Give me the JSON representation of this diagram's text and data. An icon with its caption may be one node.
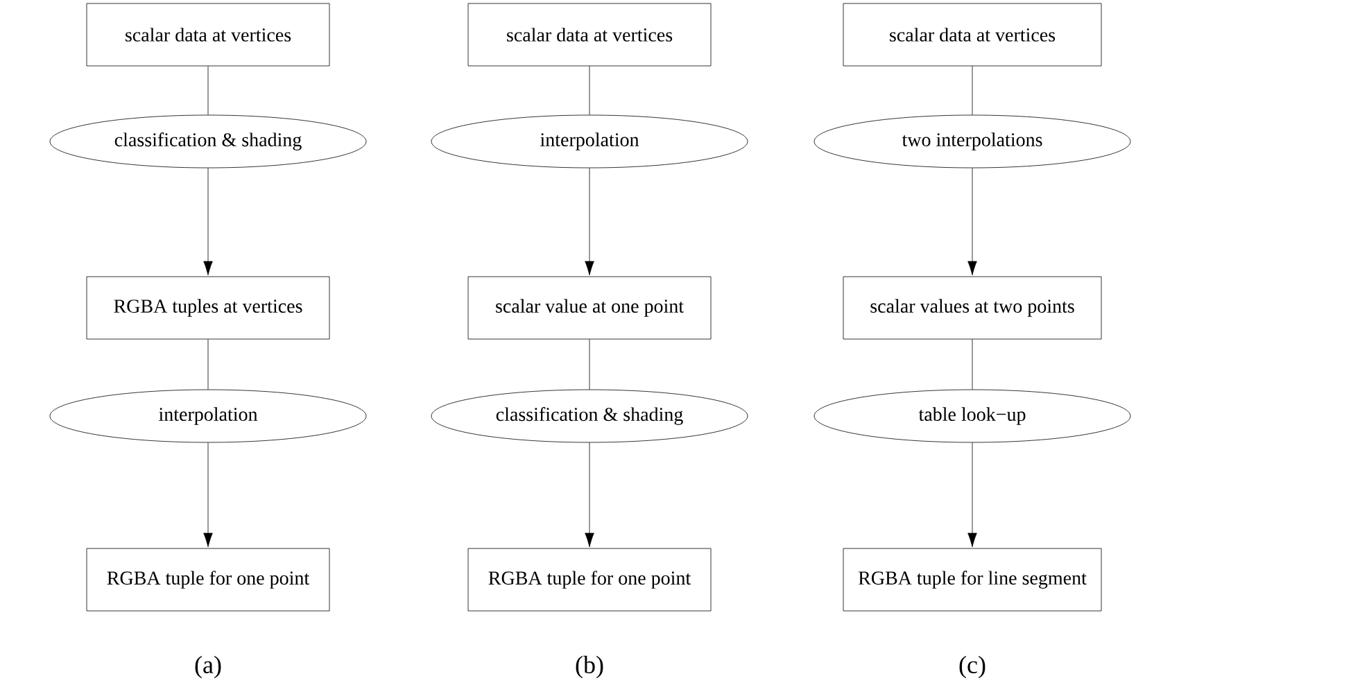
{
  "diagram": {
    "nodes": [
      {
        "text": [
          "scalar data at vertices"
        ]
      },
      {
        "text": [
          "classification & shading"
        ]
      },
      {
        "text": [
          "RGBA tuples at vertices"
        ]
      },
      {
        "text": [
          "interpolation"
        ]
      },
      {
        "text": [
          "RGBA tuple for one point"
        ]
      },
      {
        "text": [
          "scalar data at vertices"
        ]
      },
      {
        "text": [
          "interpolation"
        ]
      },
      {
        "text": [
          "scalar value at one point"
        ]
      },
      {
        "text": [
          "classification & shading"
        ]
      },
      {
        "text": [
          "RGBA tuple for one point"
        ]
      },
      {
        "text": [
          "scalar data at vertices"
        ]
      },
      {
        "text": [
          "two interpolations"
        ]
      },
      {
        "text": [
          "scalar values at two points"
        ]
      },
      {
        "text": [
          "table look−up"
        ]
      },
      {
        "text": [
          "RGBA tuple for line segment"
        ]
      }
    ],
    "edges": [
      {
        "from": 0,
        "to": 1,
        "arrow": "none"
      },
      {
        "from": 1,
        "to": 2,
        "arrow": "to"
      },
      {
        "from": 2,
        "to": 3,
        "arrow": "none"
      },
      {
        "from": 3,
        "to": 4,
        "arrow": "to"
      },
      {
        "from": 5,
        "to": 6,
        "arrow": "none"
      },
      {
        "from": 6,
        "to": 7,
        "arrow": "to"
      },
      {
        "from": 7,
        "to": 8,
        "arrow": "none"
      },
      {
        "from": 8,
        "to": 9,
        "arrow": "to"
      },
      {
        "from": 10,
        "to": 11,
        "arrow": "none"
      },
      {
        "from": 11,
        "to": 12,
        "arrow": "to"
      },
      {
        "from": 12,
        "to": 13,
        "arrow": "none"
      },
      {
        "from": 13,
        "to": 14,
        "arrow": "to"
      }
    ],
    "labels": [
      "(a)",
      "(b)",
      "(c)"
    ]
  }
}
